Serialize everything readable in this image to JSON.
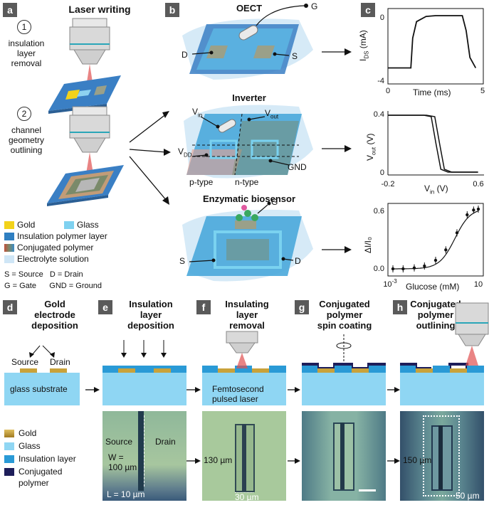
{
  "panels": {
    "a": "a",
    "b": "b",
    "c": "c",
    "d": "d",
    "e": "e",
    "f": "f",
    "g": "g",
    "h": "h"
  },
  "a": {
    "title": "Laser writing",
    "step1_num": "1",
    "step1_text": [
      "insulation",
      "layer",
      "removal"
    ],
    "step2_num": "2",
    "step2_text": [
      "channel",
      "geometry",
      "outlining"
    ]
  },
  "legend_top": {
    "items": [
      {
        "label": "Gold",
        "color": "#f2d21a"
      },
      {
        "label": "Glass",
        "color": "#7fd1f0"
      },
      {
        "label": "Insulation polymer layer",
        "color": "#2f7fc1"
      },
      {
        "label": "Conjugated polymer",
        "color": "#7a8a6a"
      },
      {
        "label": "Electrolyte solution",
        "color": "#cfe6f6"
      }
    ],
    "abbrev": [
      "S = Source   D = Drain",
      "G = Gate      GND = Ground"
    ]
  },
  "b": {
    "oect_title": "OECT",
    "oect_labels": {
      "g": "G",
      "d": "D",
      "s": "S"
    },
    "inverter_title": "Inverter",
    "inverter_labels": {
      "vin": "V",
      "vin_sub": "in",
      "vout": "V",
      "vout_sub": "out",
      "vdd": "V",
      "vdd_sub": "DD",
      "gnd": "GND",
      "ptype": "p-type",
      "ntype": "n-type"
    },
    "bio_title": "Enzymatic biosensor",
    "bio_labels": {
      "g": "G",
      "s": "S",
      "d": "D"
    }
  },
  "c": {
    "plot1": {
      "ylabel_main": "I",
      "ylabel_sub": "DS",
      "ylabel_unit": " (mA)",
      "xlabel": "Time (ms)",
      "xticks": [
        "0",
        "5"
      ],
      "yticks": [
        "0",
        "-4"
      ]
    },
    "plot2": {
      "ylabel_main": "V",
      "ylabel_sub": "out",
      "ylabel_unit": " (V)",
      "xlabel_main": "V",
      "xlabel_sub": "in",
      "xlabel_unit": " (V)",
      "xticks": [
        "-0.2",
        "0.6"
      ],
      "yticks": [
        "0.4",
        "0"
      ]
    },
    "plot3": {
      "ylabel": "ΔI/I₀",
      "xlabel": "Glucose (mM)",
      "xticks_base": [
        "10",
        "10"
      ],
      "xtick_exp": "-3",
      "yticks": [
        "0.6",
        "0.0"
      ]
    }
  },
  "chart_data": [
    {
      "type": "line",
      "x": [
        0,
        1.2,
        1.3,
        1.5,
        2.0,
        2.5,
        3.5,
        3.9,
        4.1,
        4.3,
        4.6
      ],
      "y": [
        -3.5,
        -3.5,
        -1.5,
        -0.4,
        -0.05,
        0,
        0,
        0,
        -1.0,
        -2.8,
        -3.5
      ],
      "xlim": [
        0,
        5
      ],
      "ylim": [
        -4,
        0
      ]
    },
    {
      "type": "line",
      "series": [
        {
          "x": [
            -0.2,
            0.1,
            0.16,
            0.2,
            0.24,
            0.3,
            0.55
          ],
          "y": [
            0.4,
            0.4,
            0.39,
            0.2,
            0.02,
            0,
            0
          ]
        },
        {
          "x": [
            -0.2,
            0.12,
            0.19,
            0.23,
            0.27,
            0.33,
            0.55
          ],
          "y": [
            0.4,
            0.4,
            0.39,
            0.2,
            0.02,
            0,
            0
          ]
        }
      ],
      "xlim": [
        -0.2,
        0.6
      ],
      "ylim": [
        0,
        0.4
      ]
    },
    {
      "type": "scatter",
      "x_log": true,
      "x": [
        0.001,
        0.003,
        0.01,
        0.03,
        0.1,
        0.3,
        1,
        3,
        6,
        10
      ],
      "y": [
        0.0,
        0.0,
        0.01,
        0.03,
        0.09,
        0.2,
        0.38,
        0.57,
        0.62,
        0.63
      ],
      "xlim": [
        0.001,
        10
      ],
      "ylim": [
        0,
        0.6
      ]
    }
  ],
  "row2": {
    "d_title": [
      "Gold",
      "electrode",
      "deposition"
    ],
    "e_title": [
      "Insulation",
      "layer",
      "deposition"
    ],
    "f_title": [
      "Insulating",
      "layer",
      "removal"
    ],
    "g_title": [
      "Conjugated",
      "polymer",
      "spin coating"
    ],
    "h_title": [
      "Conjugated",
      "polymer",
      "outlining"
    ],
    "source": "Source",
    "drain": "Drain",
    "glass_substrate": "glass substrate",
    "laser": [
      "Femtosecond",
      "pulsed laser"
    ]
  },
  "legend_bottom": {
    "items": [
      {
        "label": "Gold",
        "color": "#c9a23a"
      },
      {
        "label": "Glass",
        "color": "#8fd6f3"
      },
      {
        "label": "Insulation layer",
        "color": "#2a9ad6"
      },
      {
        "label": "Conjugated",
        "color": "#1e1e5a"
      }
    ],
    "extra": "polymer"
  },
  "micro": {
    "source": "Source",
    "drain": "Drain",
    "w": [
      "W =",
      "100 µm"
    ],
    "l": "L = 10 µm",
    "f_130": "130 µm",
    "f_30": "30 µm",
    "h_150": "150 µm",
    "h_50": "50 µm"
  }
}
